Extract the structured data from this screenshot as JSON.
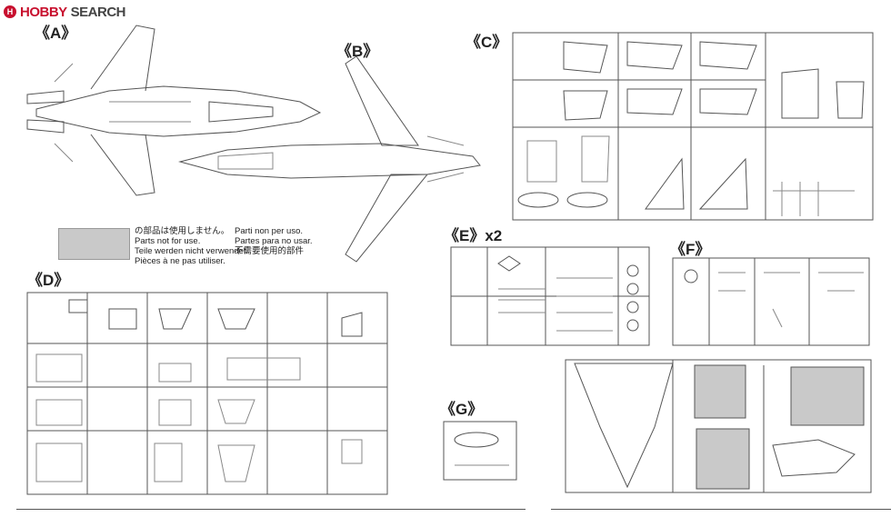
{
  "watermark": {
    "logo_hobby": "HOBBY",
    "logo_search": "SEARCH"
  },
  "sprues": [
    {
      "id": "A",
      "label": "《A》"
    },
    {
      "id": "B",
      "label": "《B》"
    },
    {
      "id": "C",
      "label": "《C》"
    },
    {
      "id": "D",
      "label": "《D》"
    },
    {
      "id": "E",
      "label": "《E》x2"
    },
    {
      "id": "F",
      "label": "《F》"
    },
    {
      "id": "G",
      "label": "《G》"
    }
  ],
  "legend": {
    "lines": [
      "の部品は使用しません。",
      "Parti non per uso.",
      "Parts not for use.",
      "Partes para no usar.",
      "Teile werden nicht verwendet.",
      "不需要使用的部件",
      "Pièces à ne pas utiliser."
    ],
    "swatch_color": "#c9c9c9"
  },
  "colors": {
    "line": "#555555",
    "unused_fill": "#c9c9c9",
    "brand_red": "#c8102e"
  }
}
